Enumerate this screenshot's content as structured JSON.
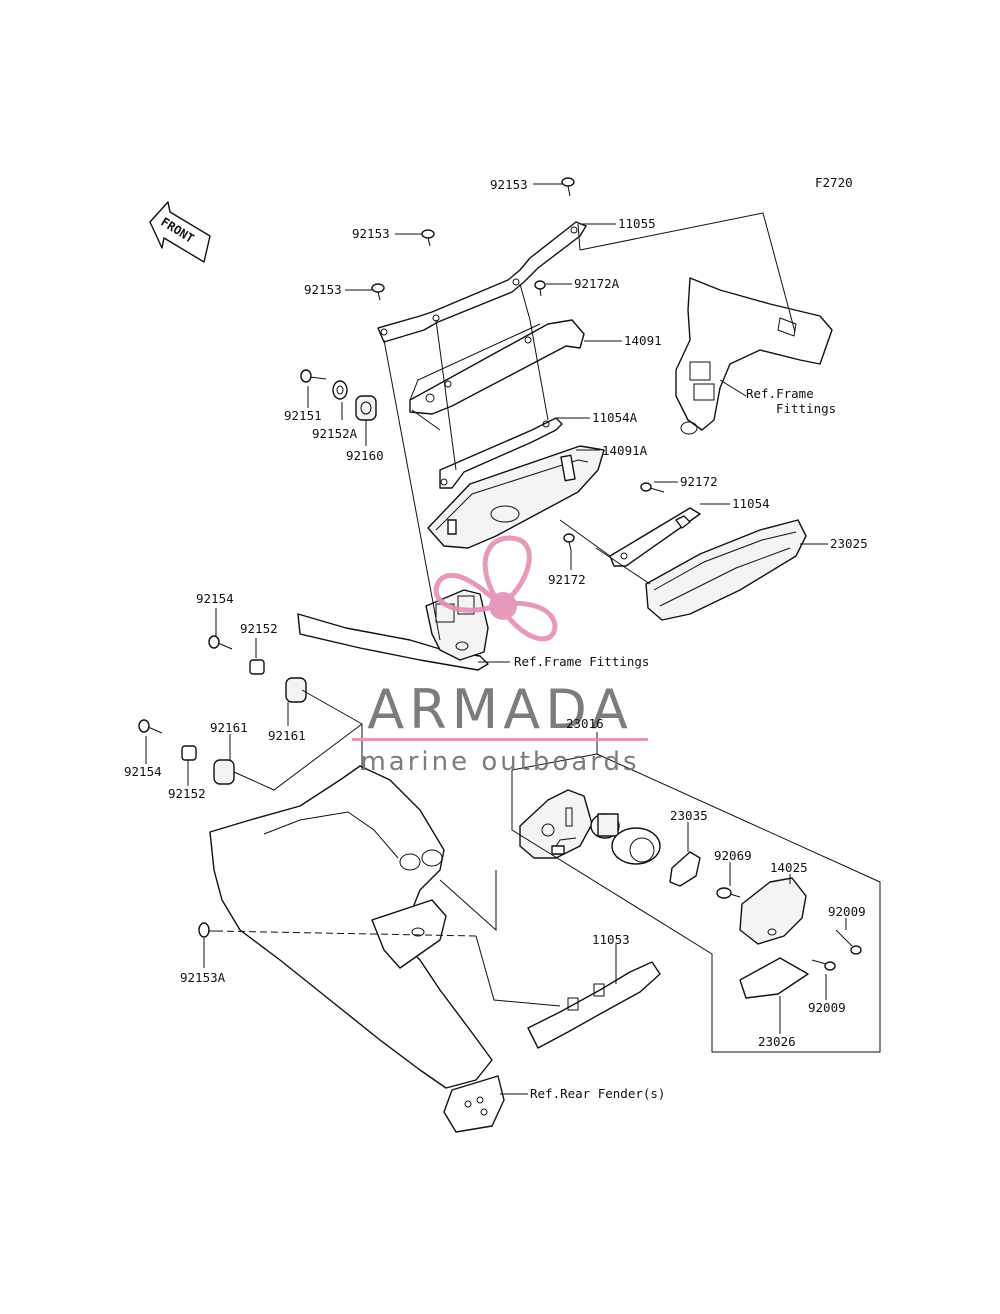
{
  "diagram": {
    "code": "F2720",
    "front_label": "FRONT",
    "labels": {
      "p92153_top": "92153",
      "p11055": "11055",
      "p92153_mid": "92153",
      "p92153_left": "92153",
      "p92172A": "92172A",
      "p14091": "14091",
      "p92151": "92151",
      "p92152A": "92152A",
      "p92160": "92160",
      "p11054A": "11054A",
      "p14091A": "14091A",
      "p92172_right": "92172",
      "p11054": "11054",
      "p23025": "23025",
      "p92172_lower": "92172",
      "p92154_upper": "92154",
      "p92152_upper": "92152",
      "p92161_right": "92161",
      "p92161_left": "92161",
      "p92154_lower": "92154",
      "p92152_lower": "92152",
      "p23016": "23016",
      "p23035": "23035",
      "p92069": "92069",
      "p14025": "14025",
      "p92009_right": "92009",
      "p92009_lower": "92009",
      "p23026": "23026",
      "p11053": "11053",
      "p92153A": "92153A",
      "ref_frame_fittings_1_line1": "Ref.Frame",
      "ref_frame_fittings_1_line2": "Fittings",
      "ref_frame_fittings_2": "Ref.Frame Fittings",
      "ref_rear_fenders": "Ref.Rear Fender(s)"
    }
  },
  "watermark": {
    "brand": "ARMADA",
    "tagline": "marine outboards",
    "accent_color": "#e58fb4",
    "text_color": "#6e6e6e"
  }
}
